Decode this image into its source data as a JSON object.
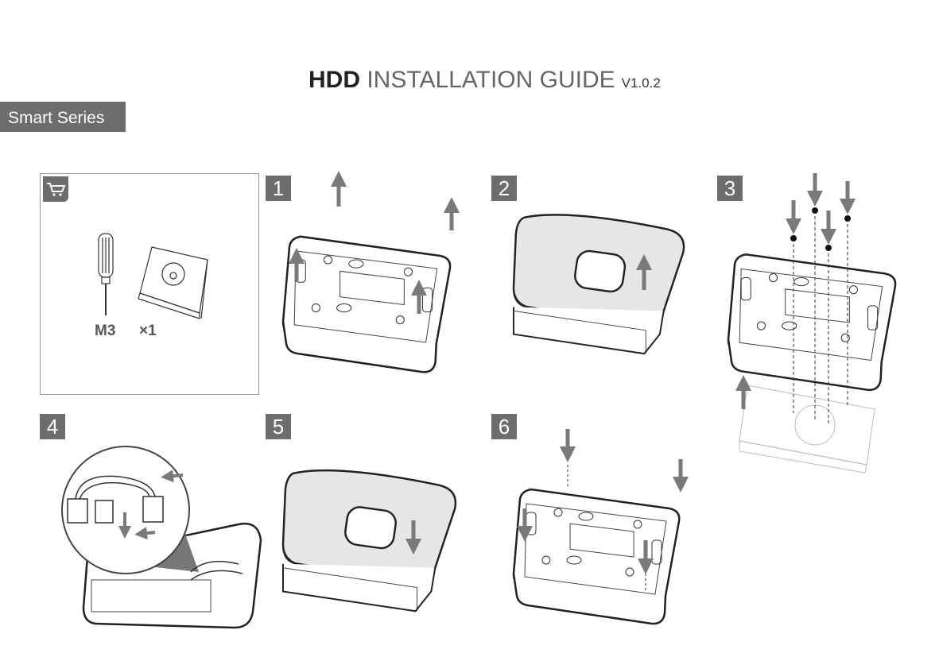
{
  "header": {
    "title_bold": "HDD",
    "title_rest": "INSTALLATION GUIDE",
    "version": "V1.0.2"
  },
  "series_label": "Smart Series",
  "parts": {
    "icon": "cart-icon",
    "screwdriver_label": "M3",
    "hdd_quantity": "×1"
  },
  "steps": [
    {
      "number": "1"
    },
    {
      "number": "2"
    },
    {
      "number": "3"
    },
    {
      "number": "4"
    },
    {
      "number": "5"
    },
    {
      "number": "6"
    }
  ],
  "colors": {
    "badge": "#6d6d6d",
    "arrow": "#7a7a7a",
    "line": "#333333"
  }
}
